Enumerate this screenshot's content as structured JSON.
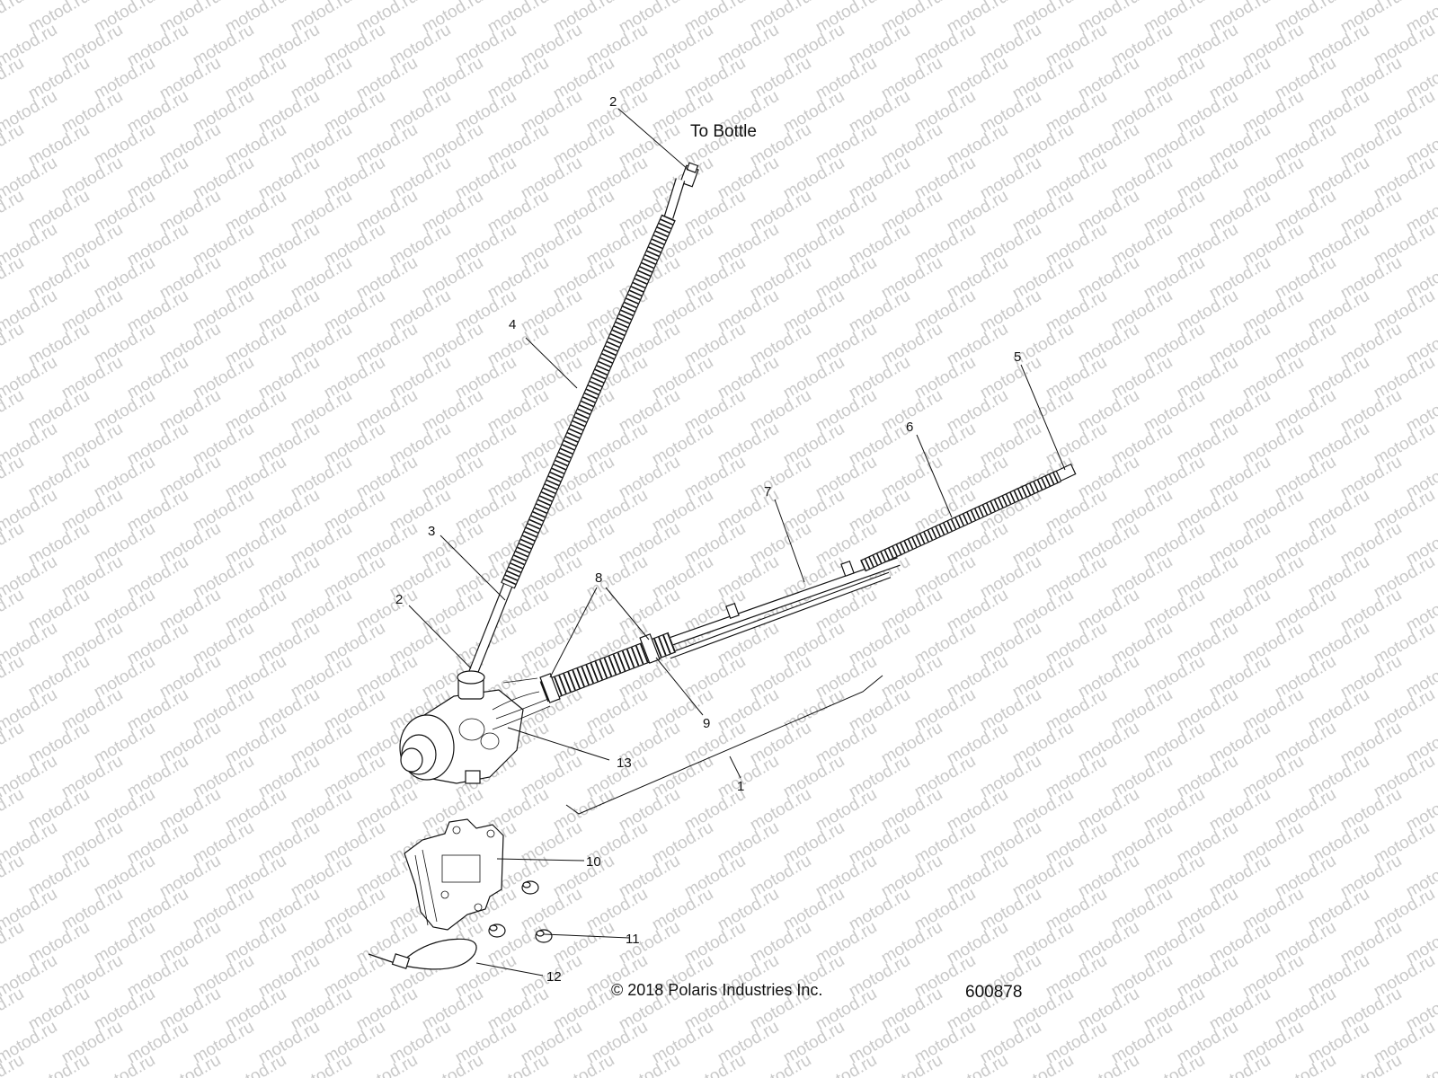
{
  "watermark_text": "motod.ru",
  "header_label": "To Bottle",
  "callouts": {
    "c1": "1",
    "c2_top": "2",
    "c2_lower": "2",
    "c3": "3",
    "c4": "4",
    "c5": "5",
    "c6": "6",
    "c7": "7",
    "c8": "8",
    "c9": "9",
    "c10": "10",
    "c11": "11",
    "c12": "12",
    "c13": "13"
  },
  "copyright": "© 2018 Polaris Industries Inc.",
  "figure_number": "600878"
}
